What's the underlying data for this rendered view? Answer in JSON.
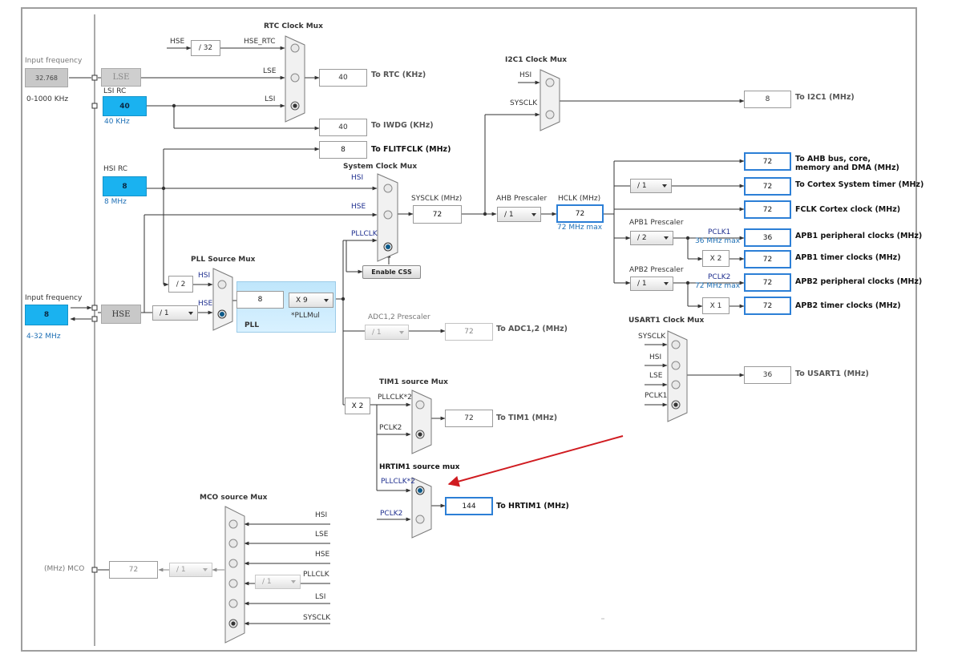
{
  "colors": {
    "accent_blue": "#2c7fd6",
    "cyan_fill": "#1ab2f0",
    "arrow_red": "#d01b20"
  },
  "left_panel": {
    "lse_input_label": "Input frequency",
    "lse_input_value": "32.768",
    "lse_range": "0-1000 KHz",
    "hse_input_label": "Input frequency",
    "hse_input_value": "8",
    "hse_range": "4-32 MHz"
  },
  "oscillators": {
    "lse_label": "LSE",
    "lsi_title": "LSI RC",
    "lsi_value": "40",
    "lsi_freq": "40 KHz",
    "hsi_title": "HSI RC",
    "hsi_value": "8",
    "hsi_freq": "8 MHz",
    "hse_label": "HSE",
    "hse_prediv": "/ 1"
  },
  "rtc": {
    "title": "RTC Clock Mux",
    "hse_in": "HSE",
    "div": "/ 32",
    "hse_rtc": "HSE_RTC",
    "lse_in": "LSE",
    "lsi_in": "LSI",
    "value": "40",
    "out_label": "To RTC (KHz)"
  },
  "iwdg": {
    "value": "40",
    "out_label": "To IWDG (KHz)"
  },
  "flitf": {
    "value": "8",
    "out_label": "To FLITFCLK (MHz)"
  },
  "i2c1": {
    "title": "I2C1 Clock Mux",
    "hsi_in": "HSI",
    "sysclk_in": "SYSCLK",
    "value": "8",
    "out_label": "To I2C1 (MHz)"
  },
  "sysmux": {
    "title": "System Clock Mux",
    "hsi": "HSI",
    "hse": "HSE",
    "pllclk": "PLLCLK",
    "enable_css": "Enable CSS"
  },
  "sysclk": {
    "label": "SYSCLK (MHz)",
    "value": "72"
  },
  "ahb": {
    "label": "AHB Prescaler",
    "value": "/ 1"
  },
  "hclk": {
    "label": "HCLK (MHz)",
    "value": "72",
    "max": "72 MHz max"
  },
  "outputs": {
    "ahb_value": "72",
    "ahb_label_1": "To AHB bus, core,",
    "ahb_label_2": "memory and DMA (MHz)",
    "cortex_div": "/ 1",
    "cortex_value": "72",
    "cortex_label": "To Cortex System timer (MHz)",
    "fclk_value": "72",
    "fclk_label": "FCLK Cortex clock (MHz)"
  },
  "apb1": {
    "label": "APB1 Prescaler",
    "div": "/ 2",
    "pclk": "PCLK1",
    "max": "36 MHz max",
    "periph_value": "36",
    "periph_label": "APB1 peripheral clocks (MHz)",
    "mult": "X 2",
    "timer_value": "72",
    "timer_label": "APB1 timer clocks (MHz)"
  },
  "apb2": {
    "label": "APB2 Prescaler",
    "div": "/ 1",
    "pclk": "PCLK2",
    "max": "72 MHz max",
    "periph_value": "72",
    "periph_label": "APB2 peripheral clocks (MHz)",
    "mult": "X 1",
    "timer_value": "72",
    "timer_label": "APB2 timer clocks (MHz)"
  },
  "pll": {
    "src_title": "PLL Source Mux",
    "hsi_div": "/ 2",
    "hsi": "HSI",
    "hse": "HSE",
    "input_value": "8",
    "mul": "X 9",
    "mul_label": "*PLLMul",
    "panel_label": "PLL"
  },
  "adc": {
    "title": "ADC1,2 Prescaler",
    "div": "/ 1",
    "value": "72",
    "out_label": "To ADC1,2 (MHz)"
  },
  "tim1": {
    "title": "TIM1 source Mux",
    "x2": "X 2",
    "pllclk_in": "PLLCLK*2",
    "pclk2_in": "PCLK2",
    "value": "72",
    "out_label": "To TIM1 (MHz)"
  },
  "hrtim": {
    "title": "HRTIM1 source mux",
    "pllclk_in": "PLLCLK*2",
    "pclk2_in": "PCLK2",
    "value": "144",
    "out_label": "To HRTIM1 (MHz)"
  },
  "usart": {
    "title": "USART1 Clock Mux",
    "in1": "SYSCLK",
    "in2": "HSI",
    "in3": "LSE",
    "in4": "PCLK1",
    "value": "36",
    "out_label": "To USART1 (MHz)"
  },
  "mco": {
    "title": "MCO source Mux",
    "in_hsi": "HSI",
    "in_lse": "LSE",
    "in_hse": "HSE",
    "in_pllclk": "PLLCLK",
    "in_lsi": "LSI",
    "in_sysclk": "SYSCLK",
    "pll_div": "/ 1",
    "div": "/ 1",
    "value": "72",
    "out_label": "(MHz) MCO"
  }
}
